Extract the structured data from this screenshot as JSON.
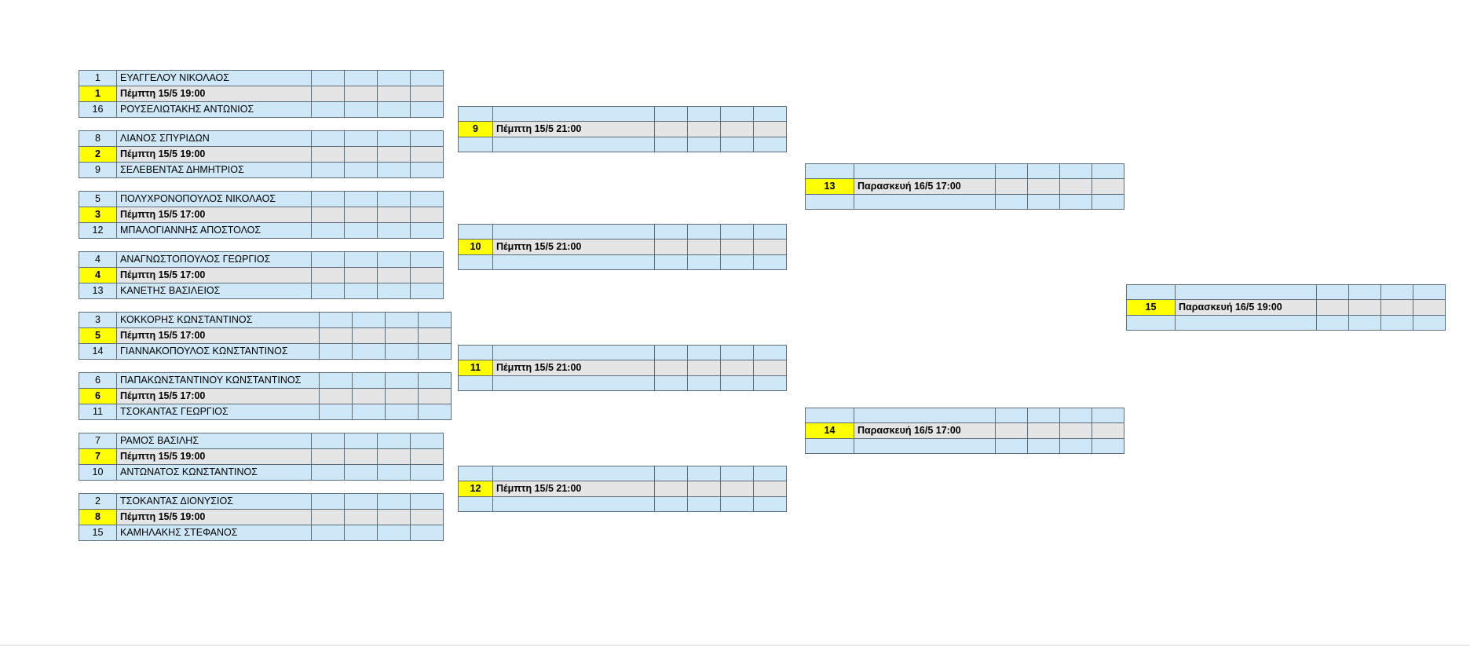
{
  "document": {
    "type": "tournament-bracket",
    "sport_format": "single-elimination, 16 players",
    "colors": {
      "cell_fill": "#cfe8f7",
      "date_row_fill": "#e5e5e5",
      "match_number_fill": "#ffff00",
      "border": "#5d6d7a",
      "text": "#000000",
      "page_background": "#ffffff"
    }
  },
  "rounds": [
    {
      "name": "round-of-16",
      "matches": [
        {
          "number": "1",
          "date": "Πέμπτη 15/5 19:00",
          "top_seed": "1",
          "top_player": "ΕΥΑΓΓΕΛΟΥ ΝΙΚΟΛΑΟΣ",
          "bottom_seed": "16",
          "bottom_player": "ΡΟΥΣΕΛΙΩΤΑΚΗΣ ΑΝΤΩΝΙΟΣ",
          "scores_top": [
            "",
            "",
            "",
            ""
          ],
          "scores_mid": [
            "",
            "",
            "",
            ""
          ],
          "scores_bottom": [
            "",
            "",
            "",
            ""
          ]
        },
        {
          "number": "2",
          "date": "Πέμπτη 15/5 19:00",
          "top_seed": "8",
          "top_player": "ΛΙΑΝΟΣ ΣΠΥΡΙΔΩΝ",
          "bottom_seed": "9",
          "bottom_player": "ΣΕΛΕΒΕΝΤΑΣ ΔΗΜΗΤΡΙΟΣ",
          "scores_top": [
            "",
            "",
            "",
            ""
          ],
          "scores_mid": [
            "",
            "",
            "",
            ""
          ],
          "scores_bottom": [
            "",
            "",
            "",
            ""
          ]
        },
        {
          "number": "3",
          "date": "Πέμπτη 15/5 17:00",
          "top_seed": "5",
          "top_player": "ΠΟΛΥΧΡΟΝΟΠΟΥΛΟΣ ΝΙΚΟΛΑΟΣ",
          "bottom_seed": "12",
          "bottom_player": "ΜΠΑΛΟΓΙΑΝΝΗΣ ΑΠΟΣΤΟΛΟΣ",
          "scores_top": [
            "",
            "",
            "",
            ""
          ],
          "scores_mid": [
            "",
            "",
            "",
            ""
          ],
          "scores_bottom": [
            "",
            "",
            "",
            ""
          ]
        },
        {
          "number": "4",
          "date": "Πέμπτη 15/5 17:00",
          "top_seed": "4",
          "top_player": "ΑΝΑΓΝΩΣΤΟΠΟΥΛΟΣ ΓΕΩΡΓΙΟΣ",
          "bottom_seed": "13",
          "bottom_player": "ΚΑΝΕΤΗΣ ΒΑΣΙΛΕΙΟΣ",
          "scores_top": [
            "",
            "",
            "",
            ""
          ],
          "scores_mid": [
            "",
            "",
            "",
            ""
          ],
          "scores_bottom": [
            "",
            "",
            "",
            ""
          ]
        },
        {
          "number": "5",
          "date": "Πέμπτη 15/5 17:00",
          "top_seed": "3",
          "top_player": "ΚΟΚΚΟΡΗΣ ΚΩΝΣΤΑΝΤΙΝΟΣ",
          "bottom_seed": "14",
          "bottom_player": "ΓΙΑΝΝΑΚΟΠΟΥΛΟΣ ΚΩΝΣΤΑΝΤΙΝΟΣ",
          "scores_top": [
            "",
            "",
            "",
            ""
          ],
          "scores_mid": [
            "",
            "",
            "",
            ""
          ],
          "scores_bottom": [
            "",
            "",
            "",
            ""
          ]
        },
        {
          "number": "6",
          "date": "Πέμπτη 15/5 17:00",
          "top_seed": "6",
          "top_player": "ΠΑΠΑΚΩΝΣΤΑΝΤΙΝΟΥ ΚΩΝΣΤΑΝΤΙΝΟΣ",
          "bottom_seed": "11",
          "bottom_player": "ΤΣΟΚΑΝΤΑΣ ΓΕΩΡΓΙΟΣ",
          "scores_top": [
            "",
            "",
            "",
            ""
          ],
          "scores_mid": [
            "",
            "",
            "",
            ""
          ],
          "scores_bottom": [
            "",
            "",
            "",
            ""
          ]
        },
        {
          "number": "7",
          "date": "Πέμπτη 15/5 19:00",
          "top_seed": "7",
          "top_player": "ΡΑΜΟΣ ΒΑΣΙΛΗΣ",
          "bottom_seed": "10",
          "bottom_player": "ΑΝΤΩΝΑΤΟΣ ΚΩΝΣΤΑΝΤΙΝΟΣ",
          "scores_top": [
            "",
            "",
            "",
            ""
          ],
          "scores_mid": [
            "",
            "",
            "",
            ""
          ],
          "scores_bottom": [
            "",
            "",
            "",
            ""
          ]
        },
        {
          "number": "8",
          "date": "Πέμπτη 15/5 19:00",
          "top_seed": "2",
          "top_player": "ΤΣΟΚΑΝΤΑΣ ΔΙΟΝΥΣΙΟΣ",
          "bottom_seed": "15",
          "bottom_player": "ΚΑΜΗΛΑΚΗΣ ΣΤΕΦΑΝΟΣ",
          "scores_top": [
            "",
            "",
            "",
            ""
          ],
          "scores_mid": [
            "",
            "",
            "",
            ""
          ],
          "scores_bottom": [
            "",
            "",
            "",
            ""
          ]
        }
      ]
    },
    {
      "name": "quarterfinals",
      "matches": [
        {
          "number": "9",
          "date": "Πέμπτη 15/5 21:00",
          "top_seed": "",
          "top_player": "",
          "bottom_seed": "",
          "bottom_player": "",
          "scores_top": [
            "",
            "",
            "",
            ""
          ],
          "scores_mid": [
            "",
            "",
            "",
            ""
          ],
          "scores_bottom": [
            "",
            "",
            "",
            ""
          ]
        },
        {
          "number": "10",
          "date": "Πέμπτη 15/5 21:00",
          "top_seed": "",
          "top_player": "",
          "bottom_seed": "",
          "bottom_player": "",
          "scores_top": [
            "",
            "",
            "",
            ""
          ],
          "scores_mid": [
            "",
            "",
            "",
            ""
          ],
          "scores_bottom": [
            "",
            "",
            "",
            ""
          ]
        },
        {
          "number": "11",
          "date": "Πέμπτη 15/5 21:00",
          "top_seed": "",
          "top_player": "",
          "bottom_seed": "",
          "bottom_player": "",
          "scores_top": [
            "",
            "",
            "",
            ""
          ],
          "scores_mid": [
            "",
            "",
            "",
            ""
          ],
          "scores_bottom": [
            "",
            "",
            "",
            ""
          ]
        },
        {
          "number": "12",
          "date": "Πέμπτη 15/5 21:00",
          "top_seed": "",
          "top_player": "",
          "bottom_seed": "",
          "bottom_player": "",
          "scores_top": [
            "",
            "",
            "",
            ""
          ],
          "scores_mid": [
            "",
            "",
            "",
            ""
          ],
          "scores_bottom": [
            "",
            "",
            "",
            ""
          ]
        }
      ]
    },
    {
      "name": "semifinals",
      "matches": [
        {
          "number": "13",
          "date": "Παρασκευή 16/5 17:00",
          "top_seed": "",
          "top_player": "",
          "bottom_seed": "",
          "bottom_player": "",
          "scores_top": [
            "",
            "",
            "",
            ""
          ],
          "scores_mid": [
            "",
            "",
            "",
            ""
          ],
          "scores_bottom": [
            "",
            "",
            "",
            ""
          ]
        },
        {
          "number": "14",
          "date": "Παρασκευή 16/5 17:00",
          "top_seed": "",
          "top_player": "",
          "bottom_seed": "",
          "bottom_player": "",
          "scores_top": [
            "",
            "",
            "",
            ""
          ],
          "scores_mid": [
            "",
            "",
            "",
            ""
          ],
          "scores_bottom": [
            "",
            "",
            "",
            ""
          ]
        }
      ]
    },
    {
      "name": "final",
      "matches": [
        {
          "number": "15",
          "date": "Παρασκευή 16/5 19:00",
          "top_seed": "",
          "top_player": "",
          "bottom_seed": "",
          "bottom_player": "",
          "scores_top": [
            "",
            "",
            "",
            ""
          ],
          "scores_mid": [
            "",
            "",
            "",
            ""
          ],
          "scores_bottom": [
            "",
            "",
            "",
            ""
          ]
        }
      ]
    }
  ]
}
